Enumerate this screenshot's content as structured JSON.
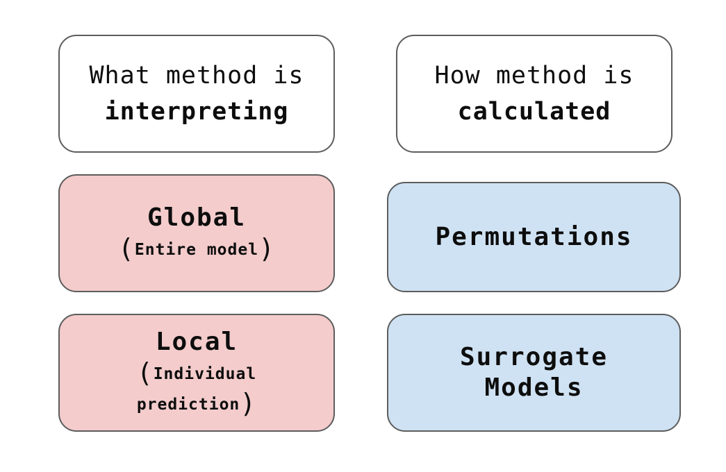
{
  "left_header": {
    "line1": "What method is",
    "line2": "interpreting"
  },
  "right_header": {
    "line1": "How method is",
    "line2": "calculated"
  },
  "global": {
    "title": "Global",
    "detail": "Entire model"
  },
  "local": {
    "title": "Local",
    "detail_line1": "Individual",
    "detail_line2": "prediction"
  },
  "permutations": {
    "title": "Permutations"
  },
  "surrogate": {
    "line1": "Surrogate",
    "line2": "Models"
  },
  "colors": {
    "scope_fill": "#f4cccc",
    "method_fill": "#cfe2f3",
    "header_fill": "#ffffff",
    "border": "#5c5c5c"
  }
}
